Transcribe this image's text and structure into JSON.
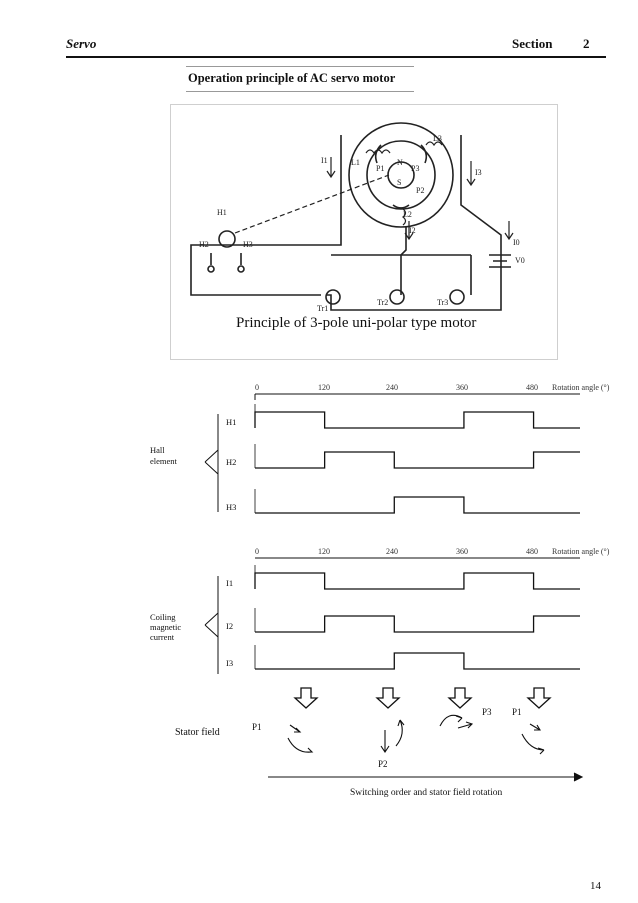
{
  "header": {
    "left": "Servo",
    "section_label": "Section",
    "section_number": "2"
  },
  "title": "Operation principle of AC servo motor",
  "figure": {
    "caption": "Principle of 3-pole uni-polar type motor",
    "labels": [
      "I1",
      "I2",
      "I3",
      "H1",
      "H2",
      "H3",
      "N",
      "S",
      "P1",
      "P2",
      "P3",
      "L1",
      "L2",
      "L3",
      "Tr1",
      "Tr2",
      "Tr3",
      "I0",
      "V0"
    ]
  },
  "hall_chart": {
    "ticks": [
      "0",
      "120",
      "240",
      "360",
      "480"
    ],
    "axis_label": "Rotation angle (°)",
    "group_label_line1": "Hall",
    "group_label_line2": "element",
    "rows": [
      {
        "name": "H1",
        "high": [
          [
            0,
            120
          ],
          [
            360,
            480
          ]
        ]
      },
      {
        "name": "H2",
        "high": [
          [
            120,
            240
          ],
          [
            480,
            560
          ]
        ]
      },
      {
        "name": "H3",
        "high": [
          [
            240,
            360
          ]
        ]
      }
    ]
  },
  "current_chart": {
    "ticks": [
      "0",
      "120",
      "240",
      "360",
      "480"
    ],
    "axis_label": "Rotation angle (°)",
    "group_label_line1": "Coiling",
    "group_label_line2": "magnetic",
    "group_label_line3": "current",
    "rows": [
      {
        "name": "I1",
        "high": [
          [
            0,
            120
          ],
          [
            360,
            480
          ]
        ]
      },
      {
        "name": "I2",
        "high": [
          [
            120,
            240
          ],
          [
            480,
            560
          ]
        ]
      },
      {
        "name": "I3",
        "high": [
          [
            240,
            360
          ]
        ]
      }
    ]
  },
  "stator": {
    "label": "Stator field",
    "p1_left": "P1",
    "p2": "P2",
    "p3": "P3",
    "p1_right": "P1",
    "caption": "Switching order and stator field rotation"
  },
  "page_number": "14"
}
